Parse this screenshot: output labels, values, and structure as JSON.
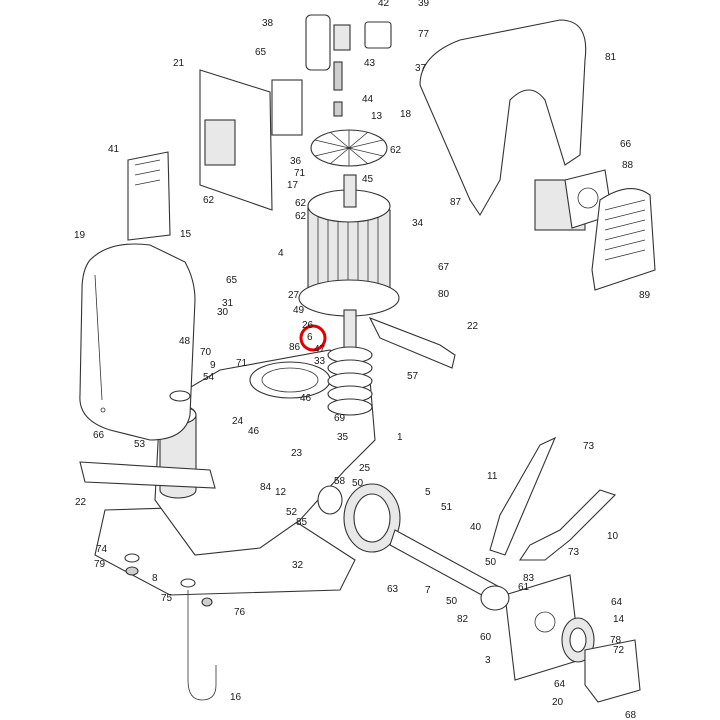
{
  "diagram": {
    "highlight_color": "#e00000",
    "highlighted_callout": "6",
    "callouts": [
      "38",
      "42",
      "39",
      "65",
      "77",
      "21",
      "43",
      "37",
      "81",
      "44",
      "13",
      "18",
      "41",
      "36",
      "62",
      "66",
      "71",
      "17",
      "45",
      "88",
      "62",
      "62",
      "15",
      "62",
      "87",
      "34",
      "19",
      "4",
      "65",
      "67",
      "80",
      "89",
      "27",
      "31",
      "49",
      "30",
      "26",
      "6",
      "48",
      "70",
      "86",
      "47",
      "33",
      "22",
      "9",
      "71",
      "54",
      "57",
      "46",
      "24",
      "46",
      "69",
      "35",
      "1",
      "66",
      "53",
      "23",
      "73",
      "11",
      "22",
      "84",
      "12",
      "25",
      "58",
      "50",
      "5",
      "51",
      "52",
      "85",
      "40",
      "10",
      "50",
      "73",
      "74",
      "79",
      "32",
      "83",
      "8",
      "63",
      "7",
      "50",
      "75",
      "76",
      "82",
      "64",
      "14",
      "78",
      "72",
      "3",
      "16",
      "64",
      "20",
      "68",
      "61",
      "60"
    ]
  }
}
